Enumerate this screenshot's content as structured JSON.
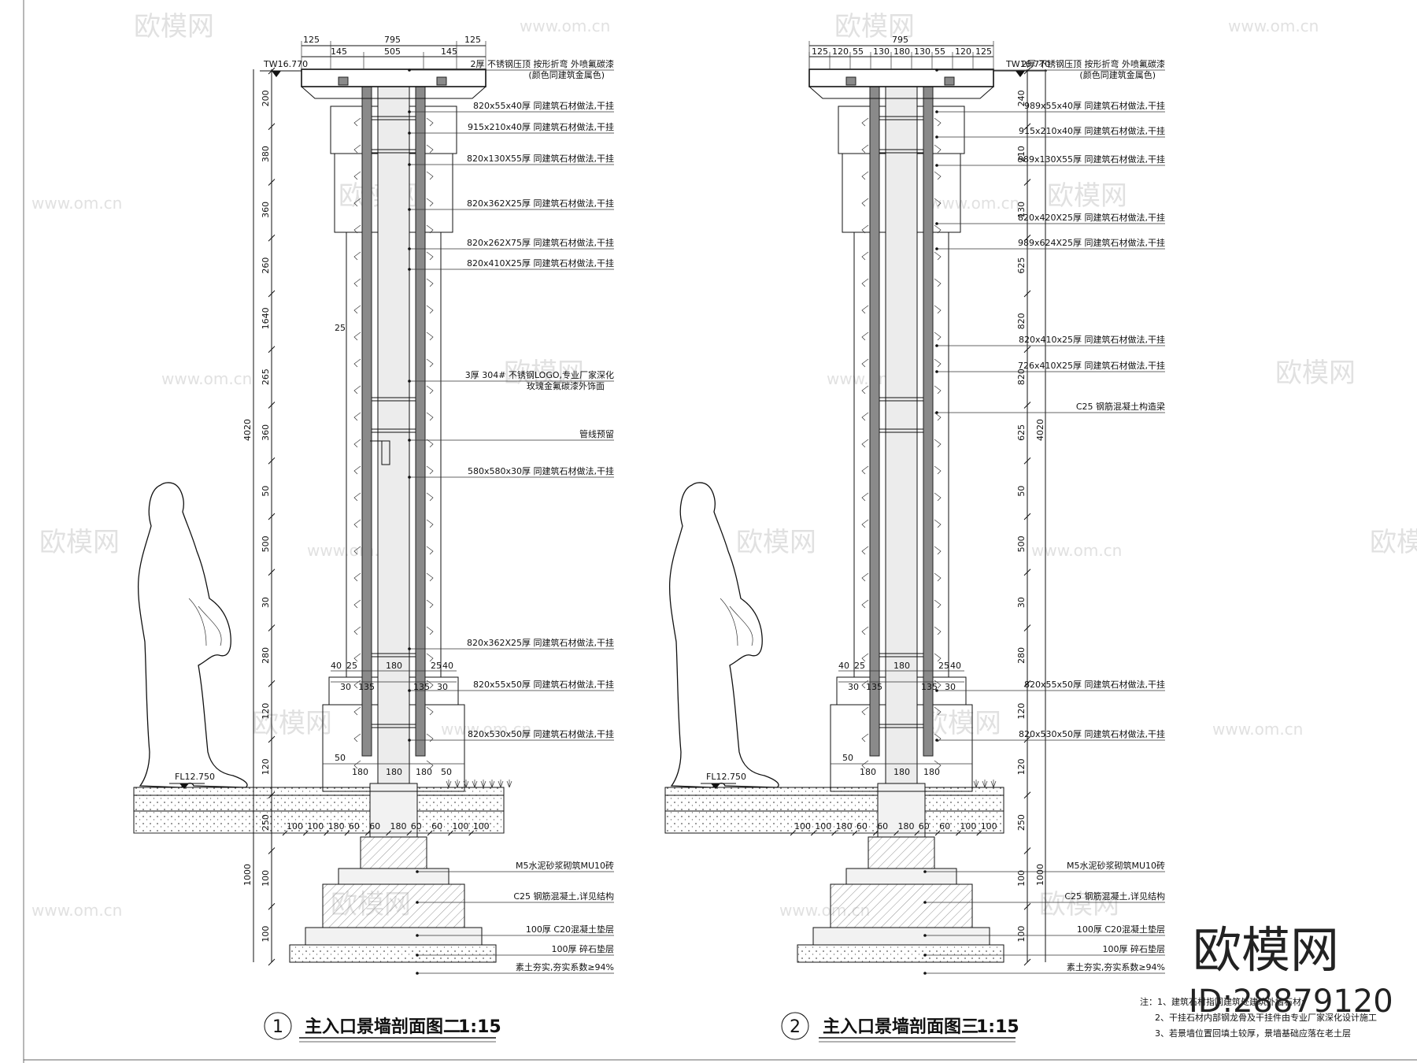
{
  "watermarks": {
    "logo_text": "欧模网",
    "url_text": "www.om.cn",
    "url_short": "om.cn"
  },
  "brand": {
    "name": "欧模网",
    "id": "ID:28879120"
  },
  "sections": [
    {
      "num": "1",
      "title": "主入口景墙剖面图二",
      "scale": "1:15",
      "top_dims": {
        "outer": [
          "125",
          "795",
          "125"
        ],
        "inner": [
          "145",
          "505",
          "145"
        ]
      },
      "top_level": "TW16.770",
      "floor_level": "FL12.750",
      "left_vdims": [
        "200",
        "380",
        "360",
        "260",
        "1640",
        "265",
        "360",
        "50",
        "500",
        "30",
        "280",
        "120",
        "120",
        "250",
        "100",
        "100"
      ],
      "total_heights": [
        "4020",
        "1000"
      ],
      "side_dim": "25",
      "base_dims_a": [
        "40",
        "25",
        "180",
        "25",
        "40"
      ],
      "base_dims_b": [
        "30",
        "135",
        "135",
        "30"
      ],
      "plinth_dims": [
        "50",
        "180",
        "180",
        "180",
        "50"
      ],
      "footing_dims": [
        "100",
        "100",
        "180",
        "60",
        "60",
        "180",
        "60",
        "60",
        "100",
        "100"
      ],
      "annotations": [
        {
          "text": "2厚 不锈钢压顶 按形折弯 外喷氟碳漆",
          "sub": "(颜色同建筑金属色)"
        },
        {
          "text": "820x55x40厚 同建筑石材做法,干挂"
        },
        {
          "text": "915x210x40厚 同建筑石材做法,干挂"
        },
        {
          "text": "820x130X55厚 同建筑石材做法,干挂"
        },
        {
          "text": "820x362X25厚 同建筑石材做法,干挂"
        },
        {
          "text": "820x262X75厚 同建筑石材做法,干挂"
        },
        {
          "text": "820x410X25厚 同建筑石材做法,干挂"
        },
        {
          "text": "3厚 304# 不锈钢LOGO,专业厂家深化",
          "sub": "玫瑰金氟碳漆外饰面"
        },
        {
          "text": "管线预留"
        },
        {
          "text": "580x580x30厚 同建筑石材做法,干挂"
        },
        {
          "text": "820x362X25厚 同建筑石材做法,干挂"
        },
        {
          "text": "820x55x50厚 同建筑石材做法,干挂"
        },
        {
          "text": "820x530x50厚 同建筑石材做法,干挂"
        }
      ],
      "foundation": [
        "M5水泥砂浆砌筑MU10砖",
        "C25 钢筋混凝土,详见结构",
        "100厚 C20混凝土垫层",
        "100厚 碎石垫层",
        "素土夯实,夯实系数≥94%"
      ]
    },
    {
      "num": "2",
      "title": "主入口景墙剖面图三",
      "scale": "1:15",
      "top_dims": {
        "outer": [
          "795"
        ],
        "inner": [
          "125",
          "120",
          "55",
          "130",
          "180",
          "130",
          "55",
          "120",
          "125"
        ]
      },
      "top_level": "TW16.770",
      "floor_level": "FL12.750",
      "right_vdims": [
        "240",
        "210",
        "130",
        "625",
        "820",
        "820",
        "625",
        "50",
        "500",
        "30",
        "280",
        "120",
        "120",
        "250",
        "100",
        "100"
      ],
      "total_heights": [
        "4020",
        "1000"
      ],
      "base_dims_a": [
        "40",
        "25",
        "180",
        "25",
        "40"
      ],
      "base_dims_b": [
        "30",
        "135",
        "135",
        "30"
      ],
      "plinth_dims": [
        "50",
        "180",
        "180",
        "180"
      ],
      "footing_dims": [
        "100",
        "100",
        "180",
        "60",
        "60",
        "180",
        "60",
        "60",
        "100",
        "100"
      ],
      "annotations": [
        {
          "text": "2厚 不锈钢压顶 按形折弯 外喷氟碳漆",
          "sub": "(颜色同建筑金属色)"
        },
        {
          "text": "989x55x40厚 同建筑石材做法,干挂"
        },
        {
          "text": "915x210x40厚 同建筑石材做法,干挂"
        },
        {
          "text": "989x130X55厚 同建筑石材做法,干挂"
        },
        {
          "text": "820x420X25厚 同建筑石材做法,干挂"
        },
        {
          "text": "989x624X25厚 同建筑石材做法,干挂"
        },
        {
          "text": "820x410x25厚 同建筑石材做法,干挂"
        },
        {
          "text": "726x410X25厚 同建筑石材做法,干挂"
        },
        {
          "text": "C25 钢筋混凝土构造梁"
        },
        {
          "text": "820x55x50厚 同建筑石材做法,干挂"
        },
        {
          "text": "820x530x50厚 同建筑石材做法,干挂"
        }
      ],
      "foundation": [
        "M5水泥砂浆砌筑MU10砖",
        "C25 钢筋混凝土,详见结构",
        "100厚 C20混凝土垫层",
        "100厚 碎石垫层",
        "素土夯实,夯实系数≥94%"
      ]
    }
  ],
  "notes": [
    "注：1、建筑石材指同建筑处建筑外墙石材;",
    "2、干挂石材内部钢龙骨及干挂件由专业厂家深化设计施工",
    "3、若景墙位置回填土较厚，景墙基础应落在老土层"
  ]
}
